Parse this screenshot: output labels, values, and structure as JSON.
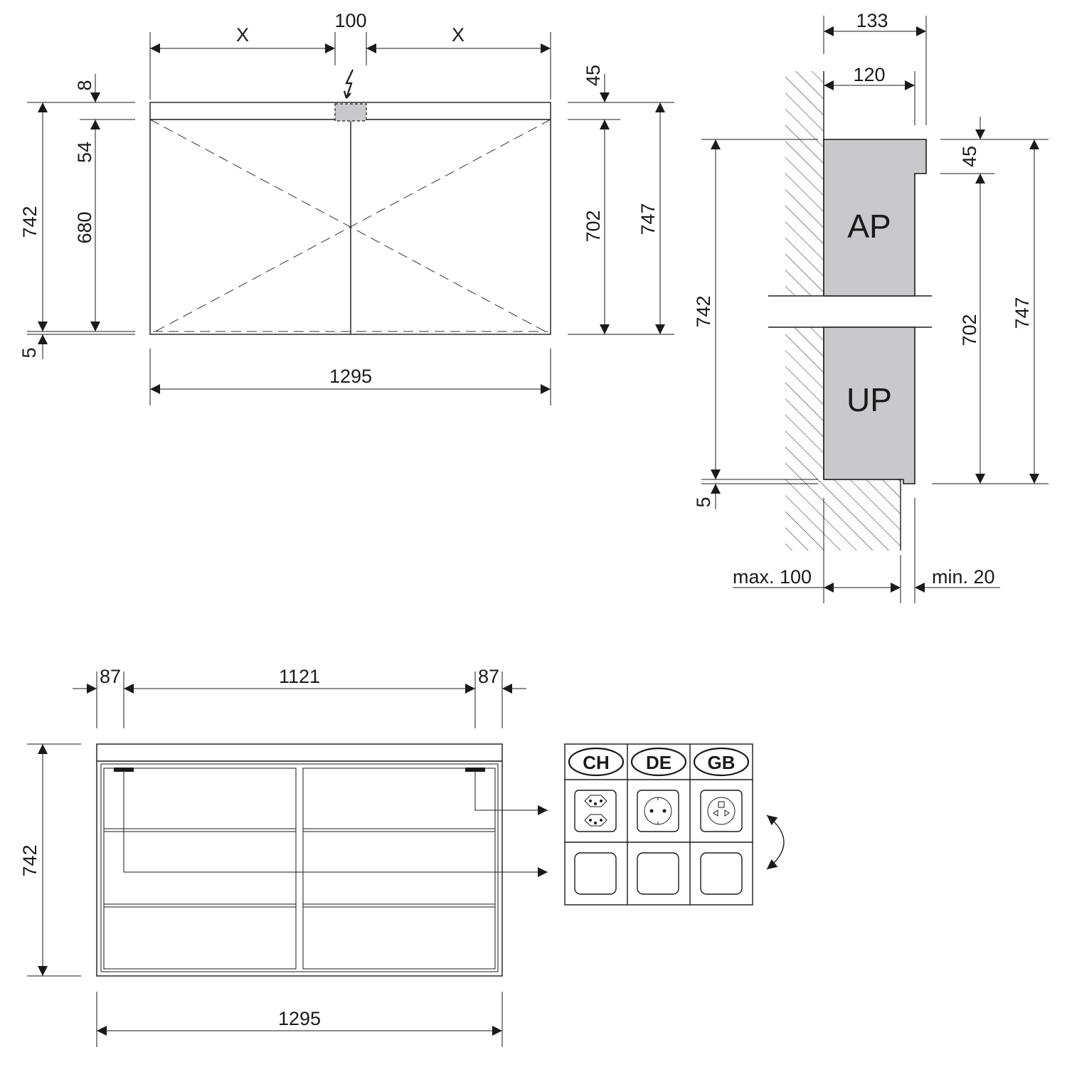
{
  "front_view": {
    "width_overall": "1295",
    "gap_left": "X",
    "gap_center": "100",
    "gap_right": "X",
    "top_strip": "8",
    "header": "54",
    "body": "680",
    "total_left": "742",
    "bottom_offset": "5",
    "right_top": "45",
    "right_body": "702",
    "right_total": "747"
  },
  "side_view": {
    "depth_top": "133",
    "depth_body": "120",
    "label_surface": "AP",
    "label_recessed": "UP",
    "left_total": "742",
    "left_bottom": "5",
    "right_top": "45",
    "right_body": "702",
    "right_total": "747",
    "max_label": "max. 100",
    "min_label": "min. 20"
  },
  "bottom_view": {
    "left_margin": "87",
    "center_width": "1121",
    "right_margin": "87",
    "height": "742",
    "width_overall": "1295"
  },
  "sockets": {
    "countries": [
      "CH",
      "DE",
      "GB"
    ]
  }
}
